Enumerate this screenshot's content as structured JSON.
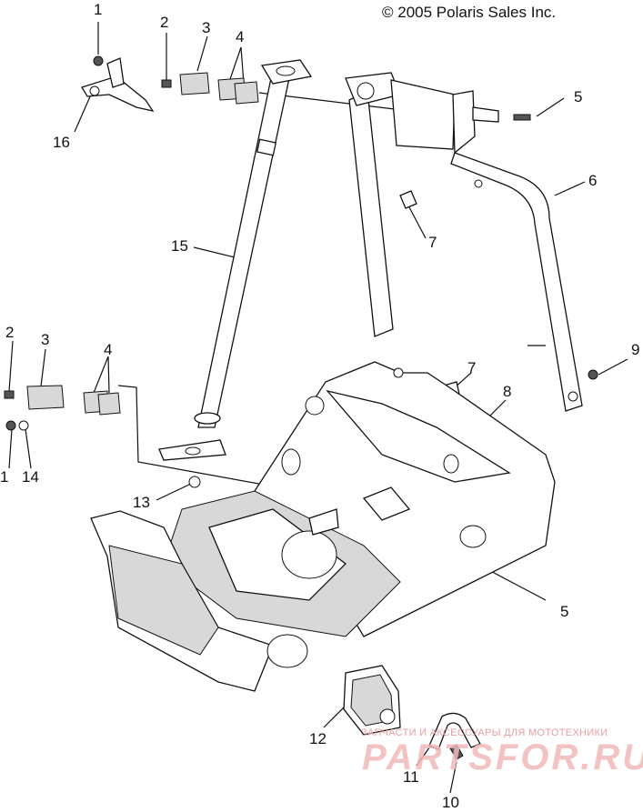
{
  "copyright": "© 2005 Polaris Sales Inc.",
  "callouts": [
    {
      "id": "c1a",
      "label": "1"
    },
    {
      "id": "c2a",
      "label": "2"
    },
    {
      "id": "c3a",
      "label": "3"
    },
    {
      "id": "c4a",
      "label": "4"
    },
    {
      "id": "c5a",
      "label": "5"
    },
    {
      "id": "c16",
      "label": "16"
    },
    {
      "id": "c6",
      "label": "6"
    },
    {
      "id": "c7a",
      "label": "7"
    },
    {
      "id": "c15",
      "label": "15"
    },
    {
      "id": "c2b",
      "label": "2"
    },
    {
      "id": "c3b",
      "label": "3"
    },
    {
      "id": "c4b",
      "label": "4"
    },
    {
      "id": "c9",
      "label": "9"
    },
    {
      "id": "c7b",
      "label": "7"
    },
    {
      "id": "c8",
      "label": "8"
    },
    {
      "id": "c1b",
      "label": "1"
    },
    {
      "id": "c14",
      "label": "14"
    },
    {
      "id": "c13",
      "label": "13"
    },
    {
      "id": "c5b",
      "label": "5"
    },
    {
      "id": "c12",
      "label": "12"
    },
    {
      "id": "c11",
      "label": "11"
    },
    {
      "id": "c10",
      "label": "10"
    }
  ],
  "watermark": {
    "tagline": "ЗАПЧАСТИ И АКСЕССУАРЫ ДЛЯ МОТОТЕХНИКИ",
    "brand": "PARTSFOR.RU"
  }
}
